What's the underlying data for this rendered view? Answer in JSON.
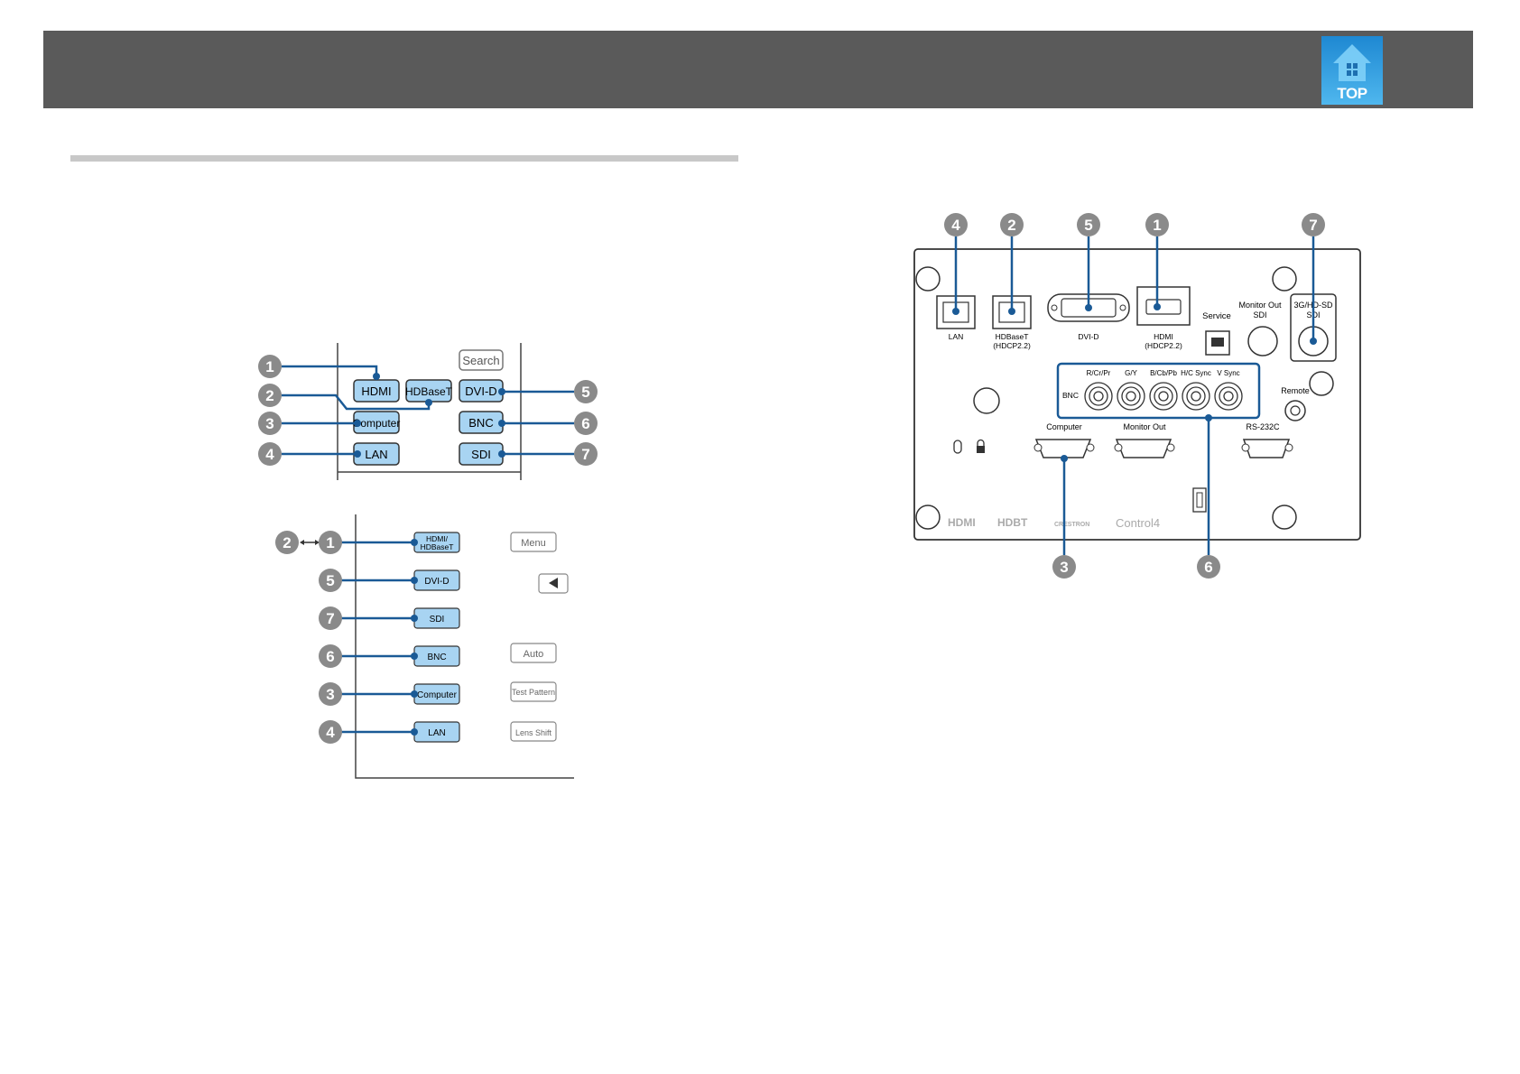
{
  "header": {
    "top_label": "TOP",
    "home_icon": "house-icon"
  },
  "control_panel": {
    "left_buttons": [
      "HDMI",
      "Computer",
      "LAN"
    ],
    "middle_buttons": [
      "HDBaseT"
    ],
    "right_buttons": [
      "Search",
      "DVI-D",
      "BNC",
      "SDI"
    ]
  },
  "remote_control": {
    "source_buttons": [
      "HDMI/\nHDBaseT",
      "DVI-D",
      "SDI",
      "BNC",
      "Computer",
      "LAN"
    ],
    "other_buttons": [
      "Menu",
      "Auto",
      "Test Pattern",
      "Lens Shift"
    ],
    "arrow_icon": "left-arrow-icon"
  },
  "rear_panel": {
    "port_labels": {
      "lan": "LAN",
      "hdbaset": "HDBaseT\n(HDCP2.2)",
      "dvid": "DVI-D",
      "hdmi": "HDMI\n(HDCP2.2)",
      "service": "Service",
      "monitor_out_sdi": "Monitor Out\nSDI",
      "sdi_in": "3G/HD-SD\nSDI",
      "bnc": "BNC",
      "bnc_channels": [
        "R/Cr/Pr",
        "G/Y",
        "B/Cb/Pb",
        "H/C Sync",
        "V Sync"
      ],
      "remote": "Remote",
      "computer": "Computer",
      "monitor_out": "Monitor Out",
      "rs232c": "RS-232C"
    },
    "logos": [
      "HDMI",
      "HDBT",
      "CRESTRON",
      "Control4"
    ]
  },
  "callouts": [
    "1",
    "2",
    "3",
    "4",
    "5",
    "6",
    "7"
  ]
}
